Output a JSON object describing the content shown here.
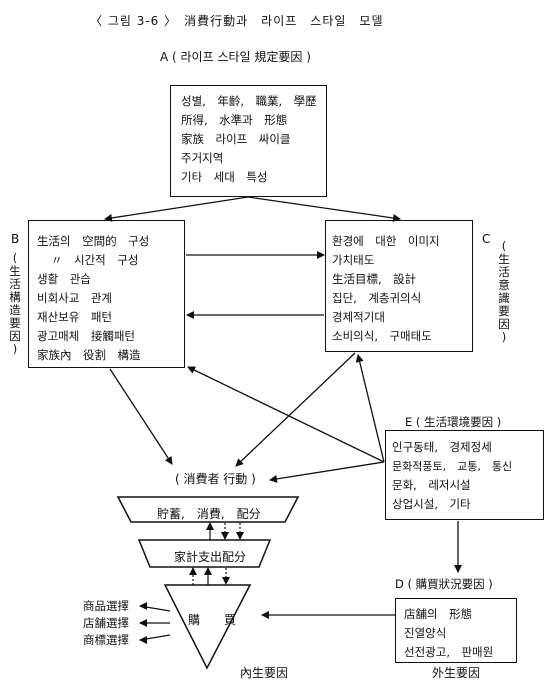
{
  "title": "〈 그림 3-6 〉　消費行動과　라이프　스타일　모델",
  "box_a": {
    "label": "A ( 라이프 스타일 規定要因 )",
    "lines": [
      "성별,　年齡,　職業,　學歷",
      "所得,　水準과　形態",
      "家族　라이프　싸이클",
      "주거지역",
      "기타　세대　특성"
    ]
  },
  "box_b": {
    "label_letter": "B",
    "label_vertical": [
      "(",
      "生",
      "活",
      "構",
      "造",
      "要",
      "因",
      ")"
    ],
    "lines": [
      "生活의　空間的　구성",
      "〃　시간적　구성",
      "생활　관습",
      "비회사교　관계",
      "재산보유　패턴",
      "광고매체　接觸패턴",
      "家族內　役割　構造"
    ]
  },
  "box_c": {
    "label_letter": "C",
    "label_vertical": [
      "(",
      "生",
      "活",
      "意",
      "識",
      "要",
      "因",
      ")"
    ],
    "lines": [
      "환경에　대한　이미지",
      "가치태도",
      "生活目標,　設計",
      "집단,　계층귀의식",
      "경제적기대",
      "소비의식,　구매태도"
    ]
  },
  "box_e": {
    "label": "E ( 生活環境要因 )",
    "lines": [
      "인구동태,　경제정세",
      "문화적풍토,　교통,　통신",
      "문화,　레저시설",
      "상업시설,　기타"
    ]
  },
  "box_d": {
    "label": "D ( 購買狀況要因 )",
    "lines": [
      "店舗의　形態",
      "진열양식",
      "선전광고,　판매원"
    ]
  },
  "consumer_label": "( 消費者 行動 )",
  "funnel": {
    "level1": "貯蓄,　消費,　配分",
    "level2": "家計支出配分",
    "level3": "購　　買"
  },
  "selections": [
    "商品選擇",
    "店舗選擇",
    "商標選擇"
  ],
  "footer_left": "內生要因",
  "footer_right": "外生要因"
}
